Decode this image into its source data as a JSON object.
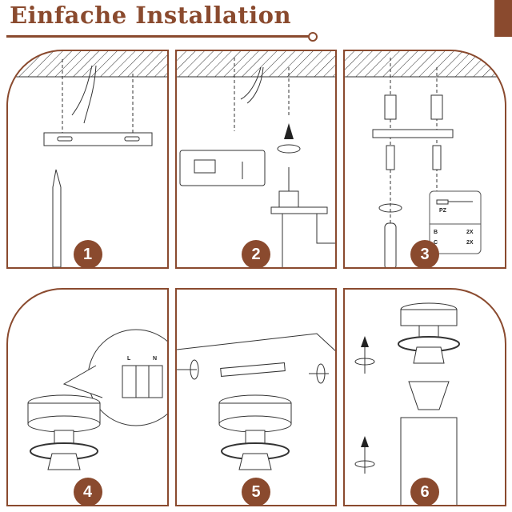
{
  "title": "Einfache Installation",
  "accent": "#8a4a2e",
  "steps": [
    {
      "number": "1"
    },
    {
      "number": "2"
    },
    {
      "number": "3"
    },
    {
      "number": "4"
    },
    {
      "number": "5"
    },
    {
      "number": "6"
    }
  ],
  "legend": {
    "bit": "PZ",
    "rows": [
      {
        "key": "B",
        "qty": "2X"
      },
      {
        "key": "C",
        "qty": "2X"
      }
    ]
  },
  "wiring": {
    "l": "L",
    "n": "N"
  }
}
